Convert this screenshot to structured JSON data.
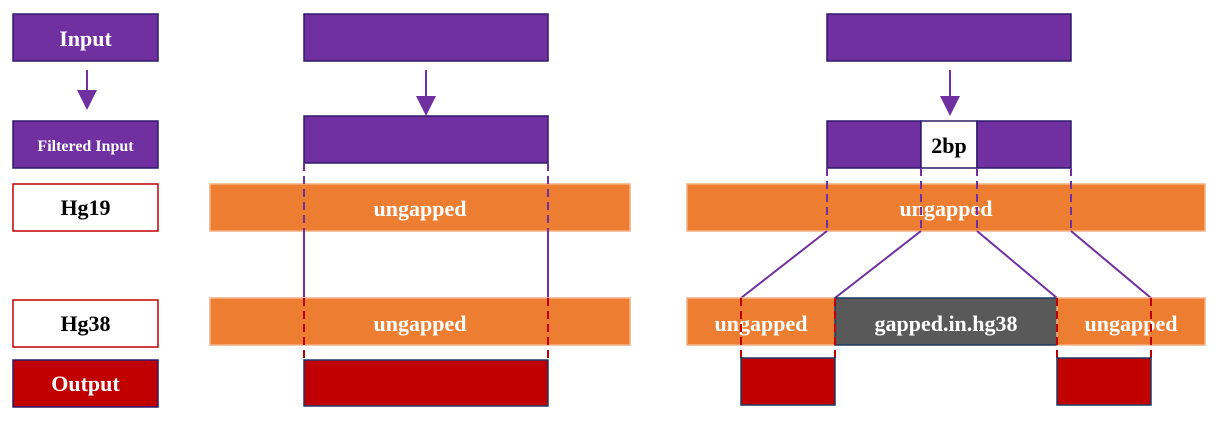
{
  "colors": {
    "purple": "#7030A0",
    "purple_border": "#2F1B6B",
    "orange": "#ED7D31",
    "orange_border": "#F4B183",
    "red": "#C00000",
    "red_border": "#1F3864",
    "gray": "#595959",
    "white": "#FFFFFF",
    "dashed_red": "#C00000"
  },
  "legend": {
    "input": "Input",
    "filtered_input": "Filtered Input",
    "hg19": "Hg19",
    "hg38": "Hg38",
    "output": "Output"
  },
  "left_panel": {
    "hg19_label": "ungapped",
    "hg38_label": "ungapped"
  },
  "right_panel": {
    "gap_label": "2bp",
    "hg19_label": "ungapped",
    "hg38_left_label": "ungapped",
    "hg38_middle_label": "gapped.in.hg38",
    "hg38_right_label": "ungapped"
  }
}
